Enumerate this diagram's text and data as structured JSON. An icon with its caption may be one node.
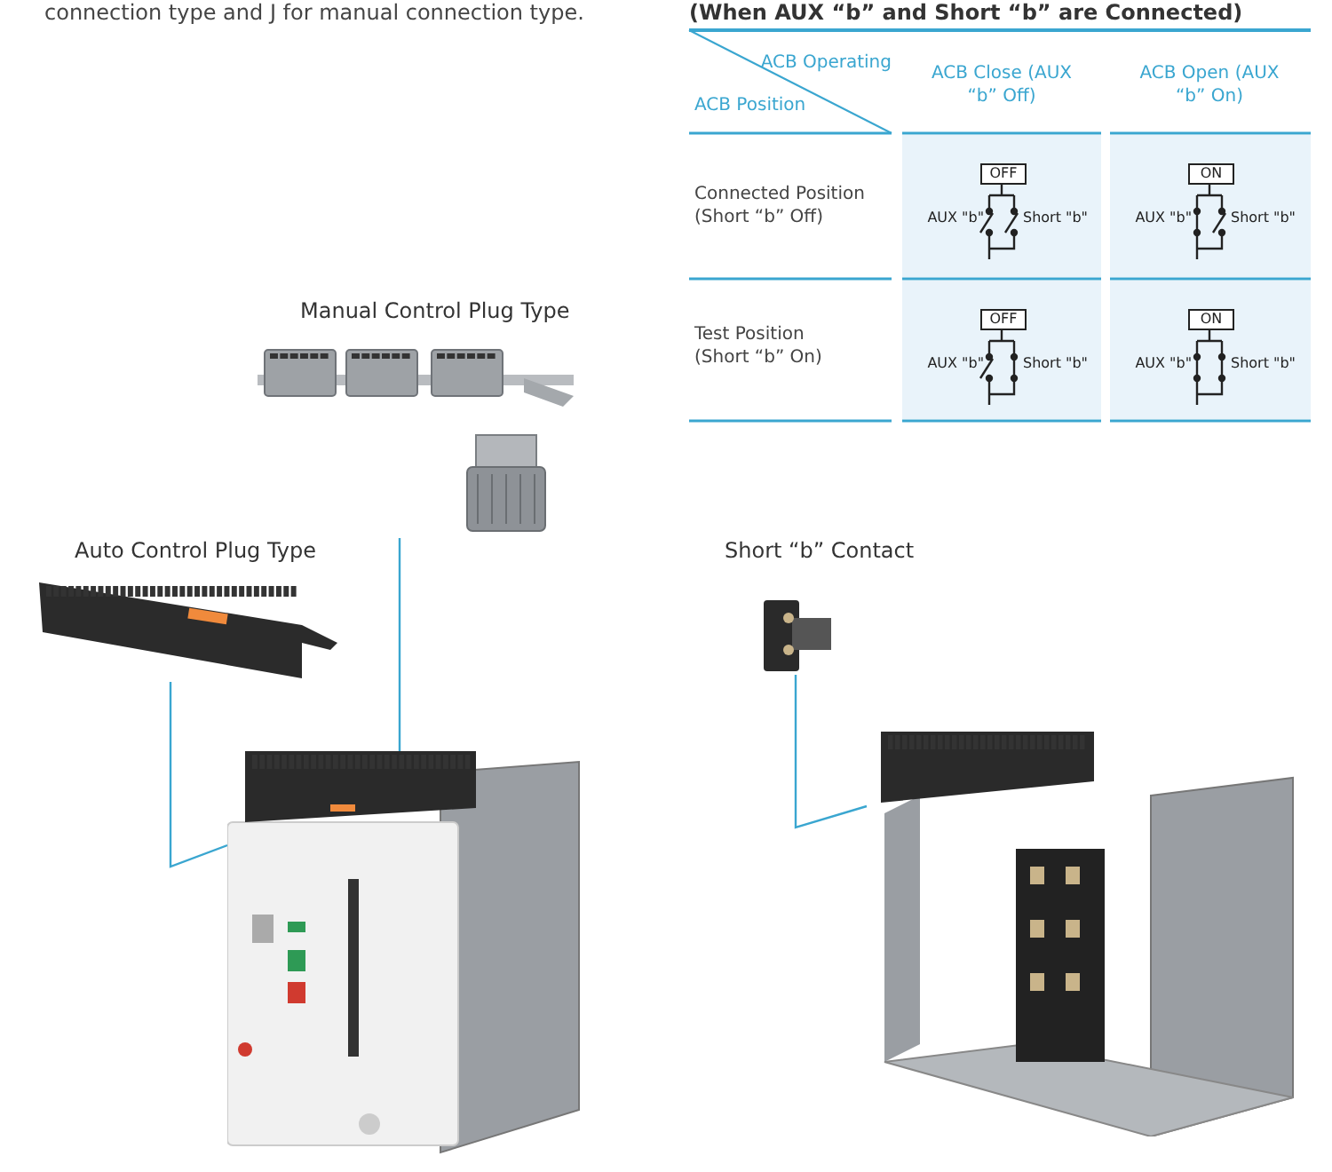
{
  "diagram": {
    "nodes": [
      {
        "text": [],
        "shape": "picture",
        "beside": [
          "Manual Control Plug Type"
        ]
      },
      {
        "text": [],
        "shape": "picture",
        "beside": [
          "Auto Control Plug Type"
        ]
      },
      {
        "text": [],
        "shape": "picture",
        "beside": [
          "Short “b” Contact"
        ]
      },
      {
        "text": [],
        "shape": "picture"
      },
      {
        "text": [],
        "shape": "picture"
      }
    ],
    "edges": [
      {
        "from": 0,
        "to": 3,
        "arrow": "none"
      },
      {
        "from": 1,
        "to": 3,
        "arrow": "none"
      },
      {
        "from": 2,
        "to": 4,
        "arrow": "none"
      }
    ],
    "labels": [
      "connection type and J for manual connection type.",
      "(When AUX “b” and Short “b” are Connected)",
      "ACB Operating",
      "ACB Position",
      "ACB Close (AUX “b” Off)",
      "ACB Open (AUX “b” On)",
      "Connected Position (Short “b” Off)",
      "OFF",
      "AUX \"b\"",
      "Short \"b\"",
      "ON",
      "AUX \"b\"",
      "Short \"b\"",
      "Test Position (Short “b” On)",
      "OFF",
      "AUX \"b\"",
      "Short \"b\"",
      "ON",
      "AUX \"b\"",
      "Short \"b\""
    ]
  }
}
